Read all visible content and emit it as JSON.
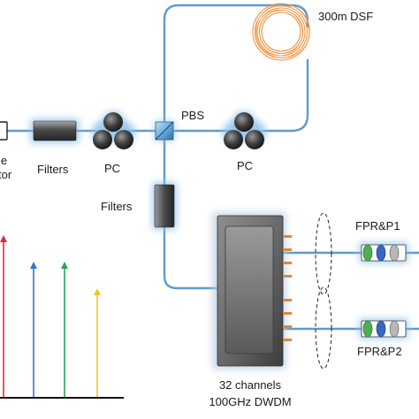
{
  "diagram": {
    "labels": {
      "source_fragment_top": "le",
      "source_fragment_bottom": "tor",
      "filters_1": "Filters",
      "pc_1": "PC",
      "pbs": "PBS",
      "pc_2": "PC",
      "dsf": "300m  DSF",
      "filters_2": "Filters",
      "fpr_p1": "FPR&P1",
      "fpr_p2": "FPR&P2",
      "dwdm_line1": "32 channels",
      "dwdm_line2": "100GHz DWDM"
    },
    "spectrum": {
      "lines": [
        {
          "color": "#e8283a"
        },
        {
          "color": "#2f79c4"
        },
        {
          "color": "#26a559"
        },
        {
          "color": "#f3c12c"
        }
      ]
    },
    "colors": {
      "fiber": "#5f9bcc",
      "component_glow": "#8fc2ec",
      "filter_body": "#4e4e4e",
      "dwdm_body": "#707070",
      "dwdm_ports": "#e0873a",
      "fiber_coil": "#f0913f"
    }
  }
}
